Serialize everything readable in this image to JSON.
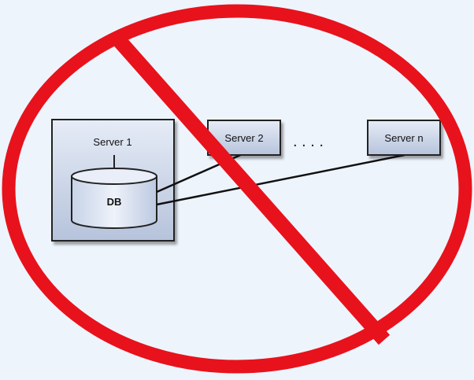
{
  "diagram": {
    "nodes": {
      "server1": {
        "label": "Server 1"
      },
      "database": {
        "label": "DB"
      },
      "server2": {
        "label": "Server 2"
      },
      "servern": {
        "label": "Server n"
      }
    },
    "ellipsis": ".  .  .  .",
    "colors": {
      "background": "#eef4fc",
      "box_fill_light": "#dfe7f5",
      "box_fill_dark": "#b7c4dc",
      "box_border": "#222222",
      "prohibition_symbol": "#e8121c"
    }
  }
}
